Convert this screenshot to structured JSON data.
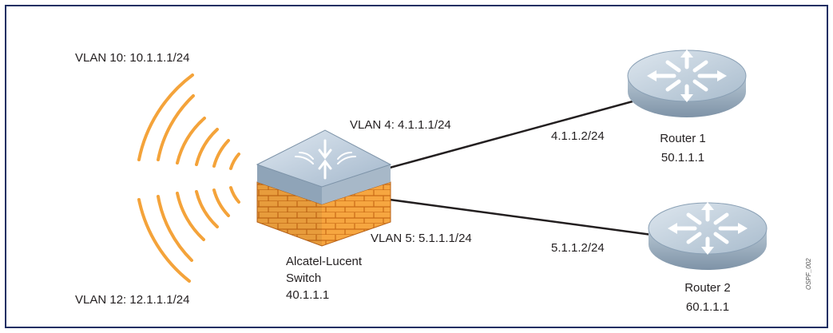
{
  "diagram": {
    "vlans": {
      "vlan10": "VLAN 10: 10.1.1.1/24",
      "vlan12": "VLAN 12: 12.1.1.1/24",
      "vlan4": "VLAN 4: 4.1.1.1/24",
      "vlan5": "VLAN 5: 5.1.1.1/24"
    },
    "switch": {
      "name_line1": "Alcatel-Lucent",
      "name_line2": "Switch",
      "ip": "40.1.1.1"
    },
    "router1": {
      "name": "Router 1",
      "ip": "50.1.1.1",
      "link_ip": "4.1.1.2/24"
    },
    "router2": {
      "name": "Router 2",
      "ip": "60.1.1.1",
      "link_ip": "5.1.1.2/24"
    },
    "figure_code": "OSPF_002"
  },
  "colors": {
    "border": "#1c2f63",
    "wave": "#f4a33a",
    "brick": "#f6a640",
    "router": "#c9d5e0",
    "text": "#231f20"
  },
  "icons": {
    "switch": "firewall-switch-icon",
    "router1": "router-icon",
    "router2": "router-icon",
    "wireless": "wireless-waves-icon"
  }
}
